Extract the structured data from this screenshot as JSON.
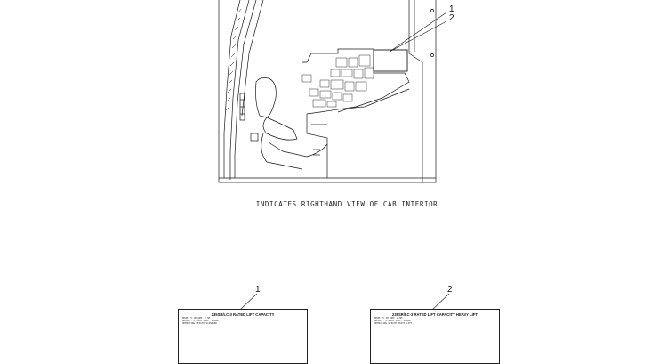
{
  "diagram": {
    "caption": "INDICATES RIGHTHAND VIEW OF CAB INTERIOR",
    "callouts": [
      "1",
      "2"
    ],
    "decals": [
      {
        "callout": "1",
        "title": "235SR/LC-3 RATED LIFT CAPACITY",
        "subtitle_lines": [
          "BOOM: 5.1M  ARM: 2.5M",
          "BUCKET: 0.89m3  SHOE: 600mm",
          "OPERATING WEIGHT STANDARD"
        ]
      },
      {
        "callout": "2",
        "title": "235SR/LC-3 RATED LIFT CAPACITY HEAVY LIFT",
        "subtitle_lines": [
          "BOOM: 5.1M  ARM: 2.5M",
          "BUCKET: 0.89m3  SHOE: 600mm",
          "OPERATING WEIGHT HEAVY LIFT"
        ]
      }
    ]
  }
}
